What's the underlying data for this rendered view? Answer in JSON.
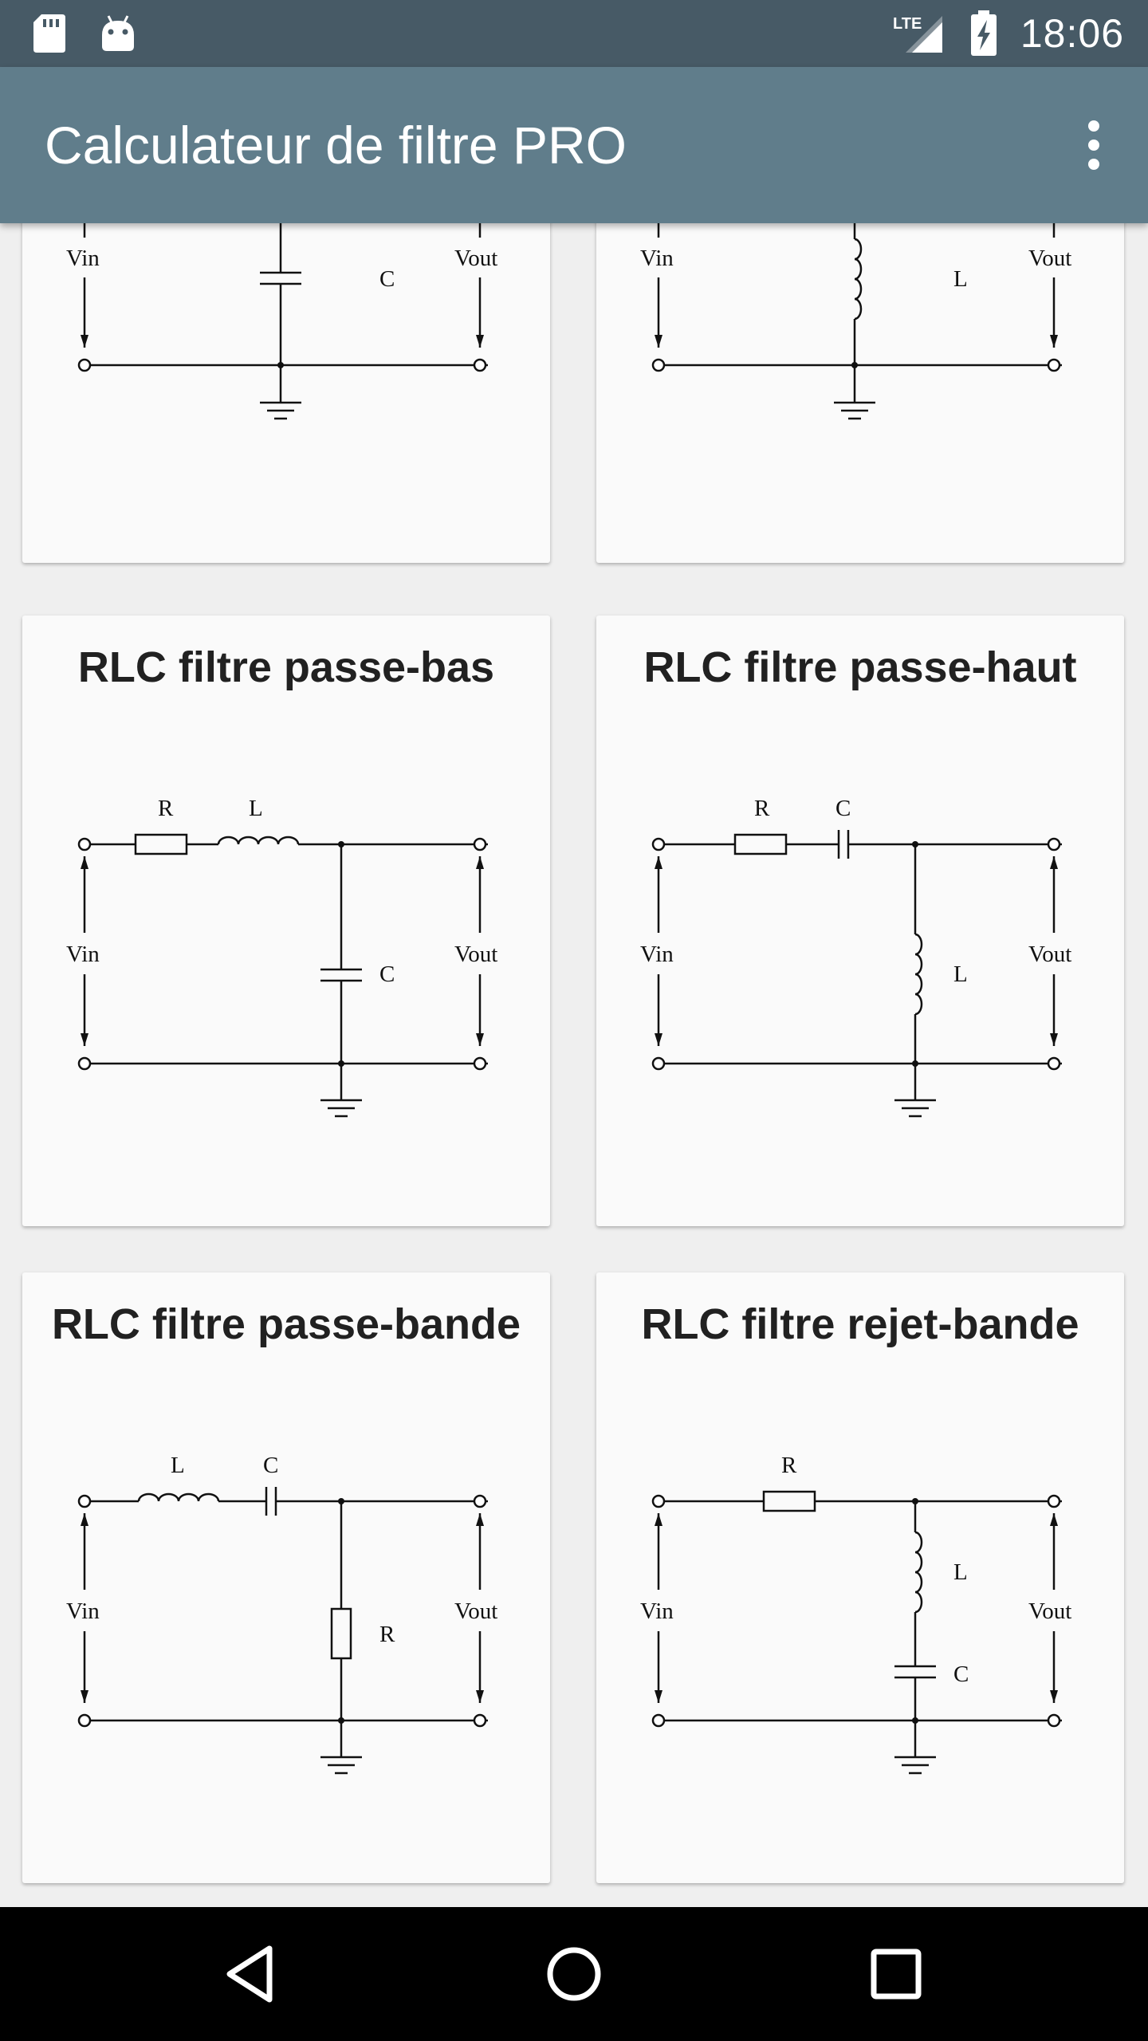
{
  "status_bar": {
    "time": "18:06",
    "network": "LTE",
    "icons": [
      "sd-card-icon",
      "android-icon",
      "lte-signal-icon",
      "battery-charging-icon"
    ]
  },
  "app_bar": {
    "title": "Calculateur de filtre PRO",
    "overflow_icon": "more-vert-icon"
  },
  "cards": [
    {
      "title": "",
      "labels": {
        "in": "Vin",
        "out": "Vout",
        "c": "C"
      }
    },
    {
      "title": "",
      "labels": {
        "in": "Vin",
        "out": "Vout",
        "l": "L"
      }
    },
    {
      "title": "RLC filtre passe-bas",
      "labels": {
        "in": "Vin",
        "out": "Vout",
        "r": "R",
        "l": "L",
        "c": "C"
      }
    },
    {
      "title": "RLC filtre passe-haut",
      "labels": {
        "in": "Vin",
        "out": "Vout",
        "r": "R",
        "c": "C",
        "l": "L"
      }
    },
    {
      "title": "RLC filtre passe-bande",
      "labels": {
        "in": "Vin",
        "out": "Vout",
        "l": "L",
        "c": "C",
        "r": "R"
      }
    },
    {
      "title": "RLC filtre rejet-bande",
      "labels": {
        "in": "Vin",
        "out": "Vout",
        "r": "R",
        "l": "L",
        "c": "C"
      }
    }
  ],
  "nav_bar": {
    "icons": [
      "back-icon",
      "home-icon",
      "recents-icon"
    ]
  }
}
